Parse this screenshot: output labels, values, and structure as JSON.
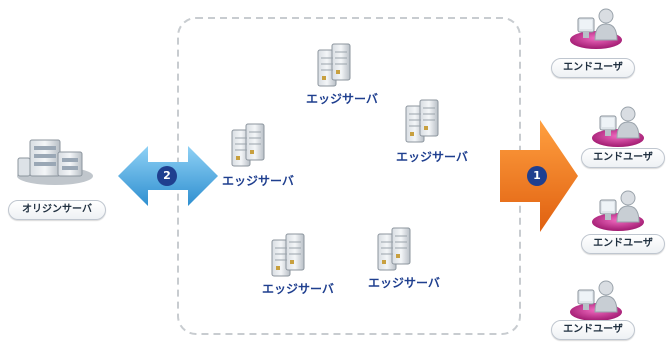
{
  "origin": {
    "label": "オリジンサーバ"
  },
  "edge_servers": [
    {
      "label": "エッジサーバ"
    },
    {
      "label": "エッジサーバ"
    },
    {
      "label": "エッジサーバ"
    },
    {
      "label": "エッジサーバ"
    },
    {
      "label": "エッジサーバ"
    }
  ],
  "end_users": [
    {
      "label": "エンドユーザ"
    },
    {
      "label": "エンドユーザ"
    },
    {
      "label": "エンドユーザ"
    },
    {
      "label": "エンドユーザ"
    }
  ],
  "arrows": {
    "bidirectional": {
      "badge": "2",
      "color": "#4aa8e0"
    },
    "delivery": {
      "badge": "1",
      "color": "#f07a20"
    }
  },
  "colors": {
    "edge_label": "#1f3f8f",
    "user_disc": "#c0308c"
  }
}
